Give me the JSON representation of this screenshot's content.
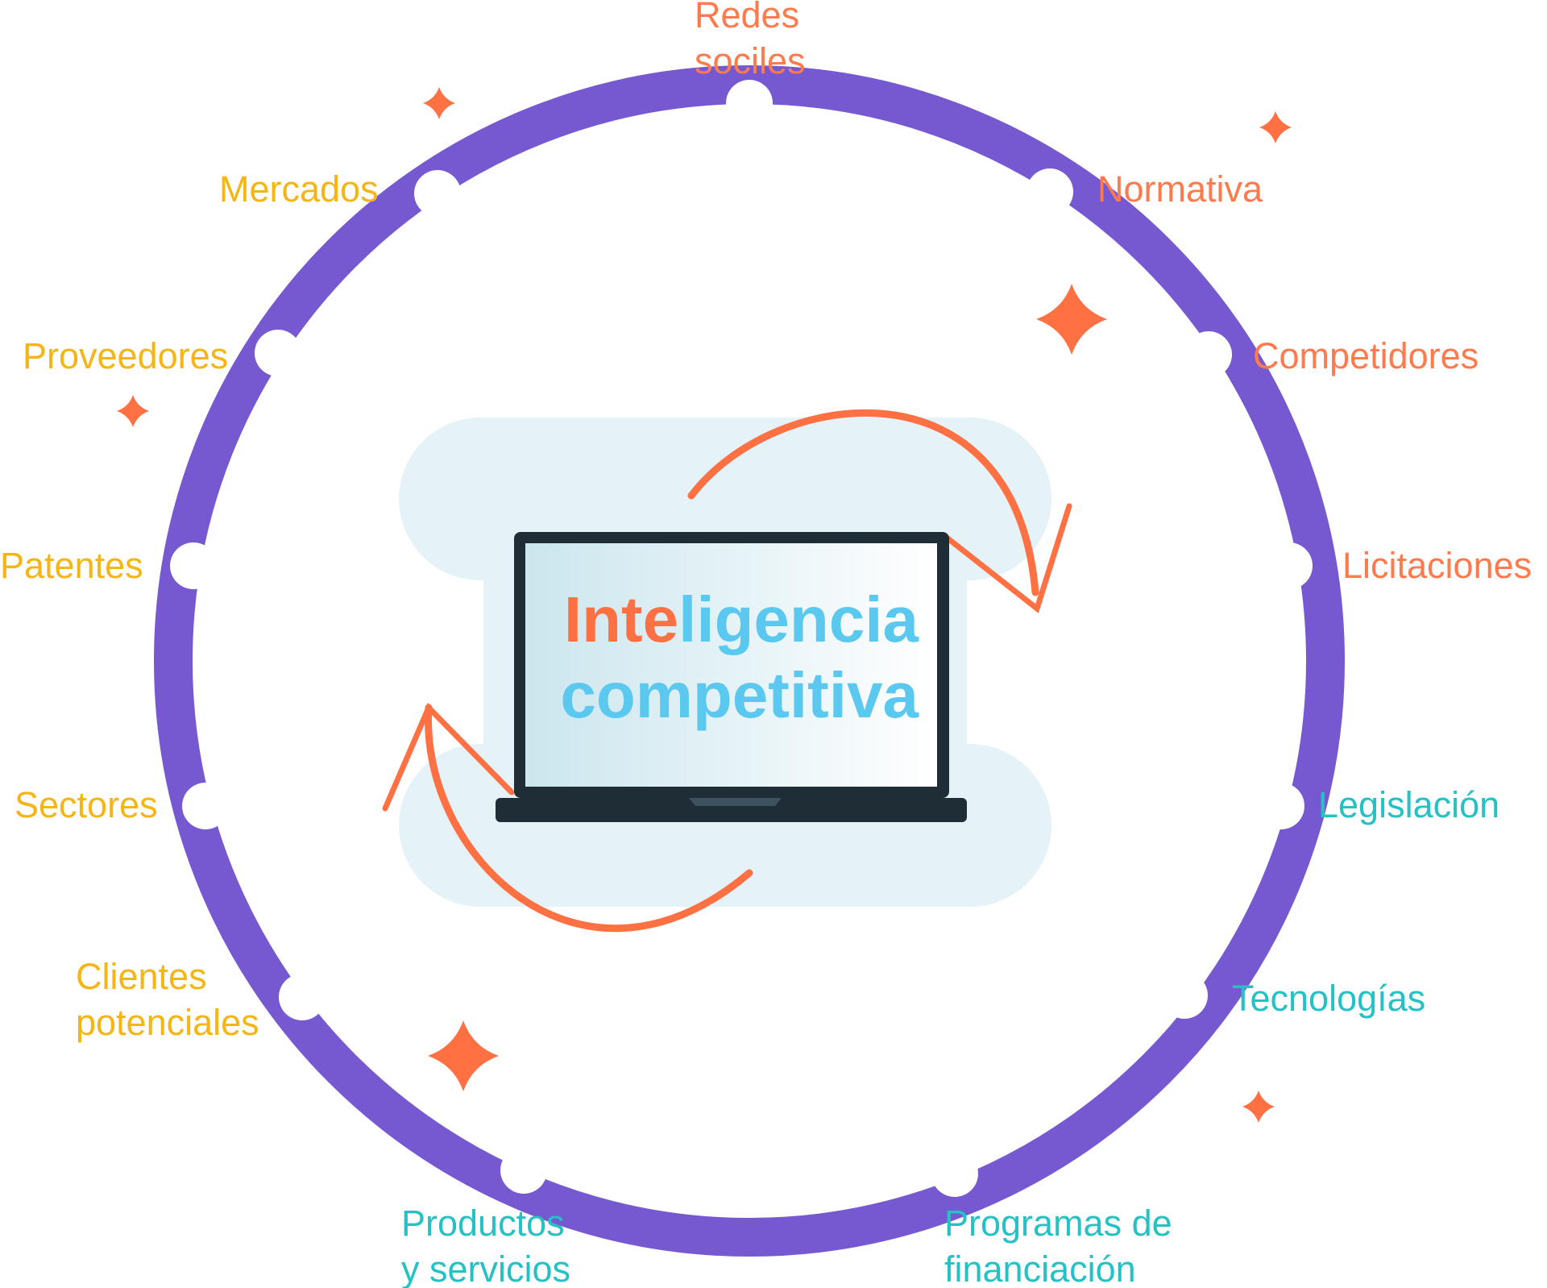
{
  "colors": {
    "ring": "#7659D1",
    "accent": "#FF7043",
    "orange_label": "#FF7A4D",
    "yellow_label": "#F5B514",
    "teal_label": "#26C1C4",
    "title_blue": "#5BC8F0",
    "cloud": "#E5F3F8",
    "laptop": "#1E2D36"
  },
  "title": {
    "orange_part": "Inte",
    "blue_part": "ligencia",
    "line2": "competitiva"
  },
  "labels": {
    "redes_sociales": "Redes\nsociles",
    "normativa": "Normativa",
    "competidores": "Competidores",
    "licitaciones": "Licitaciones",
    "legislacion": "Legislación",
    "tecnologias": "Tecnologías",
    "programas": "Programas de\nfinanciación",
    "productos": "Productos\ny servicios",
    "clientes": "Clientes\npotenciales",
    "sectores": "Sectores",
    "patentes": "Patentes",
    "proveedores": "Proveedores",
    "mercados": "Mercados"
  },
  "icons": {
    "decor": "sparkle-icon",
    "cycle": "cycle-arrow-icon",
    "center": "laptop-icon"
  }
}
